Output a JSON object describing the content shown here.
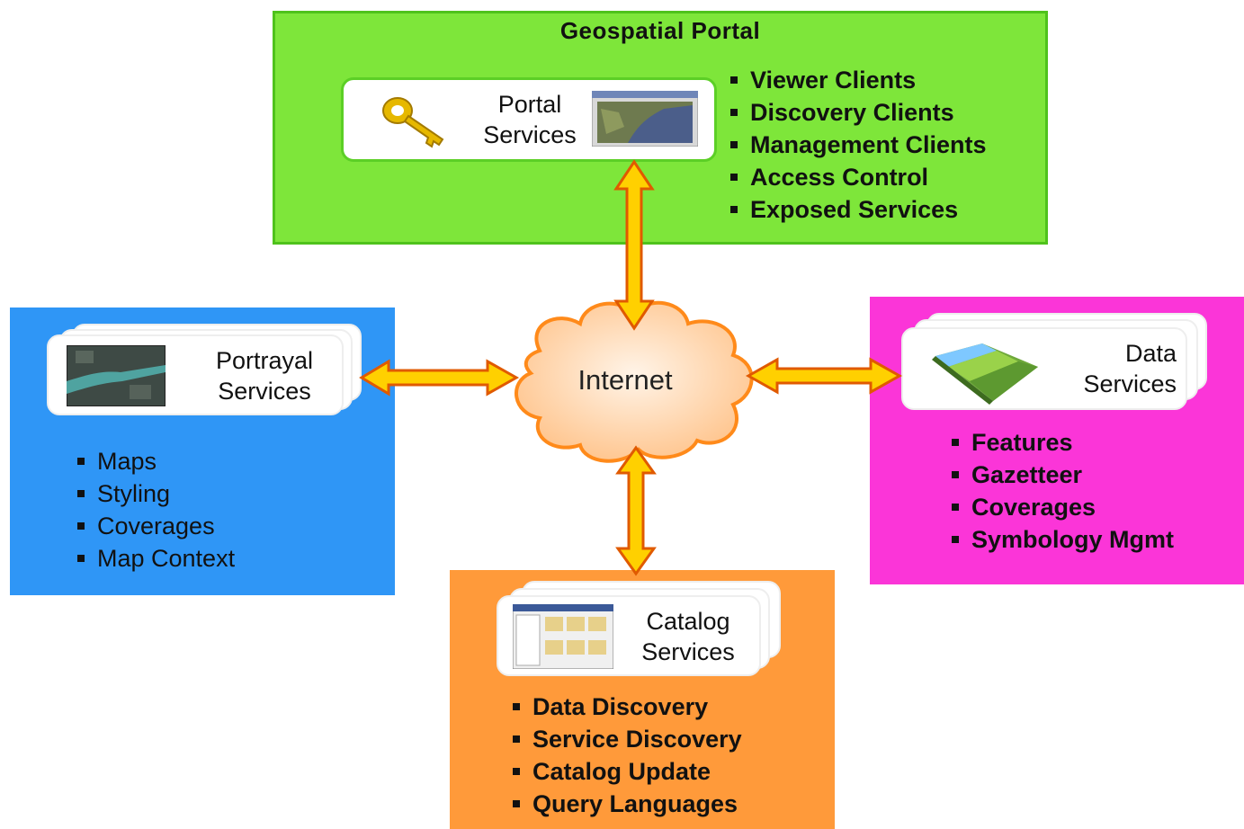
{
  "portal": {
    "title": "Geospatial Portal",
    "card_label_line1": "Portal",
    "card_label_line2": "Services",
    "bullets": [
      "Viewer Clients",
      "Discovery Clients",
      "Management Clients",
      "Access Control",
      "Exposed Services"
    ]
  },
  "portrayal": {
    "card_label_line1": "Portrayal",
    "card_label_line2": "Services",
    "bullets": [
      "Maps",
      "Styling",
      "Coverages",
      "Map Context"
    ]
  },
  "data_services": {
    "card_label_line1": "Data",
    "card_label_line2": "Services",
    "bullets": [
      "Features",
      "Gazetteer",
      "Coverages",
      "Symbology Mgmt"
    ]
  },
  "catalog": {
    "card_label_line1": "Catalog",
    "card_label_line2": "Services",
    "bullets": [
      "Data Discovery",
      "Service Discovery",
      "Catalog Update",
      "Query Languages"
    ]
  },
  "internet": {
    "label": "Internet"
  },
  "colors": {
    "portal_bg": "#7ee63a",
    "portrayal_bg": "#2f96f6",
    "data_bg": "#fb35d8",
    "catalog_bg": "#ff9a3a",
    "arrow_fill": "#ffd000",
    "arrow_stroke": "#e05a00",
    "cloud_fill": "#ffd9b3"
  },
  "icons": {
    "portal": [
      "key-icon",
      "map-screenshot-icon"
    ],
    "portrayal": "aerial-map-icon",
    "data": "terrain-model-icon",
    "catalog": "catalog-window-icon"
  }
}
